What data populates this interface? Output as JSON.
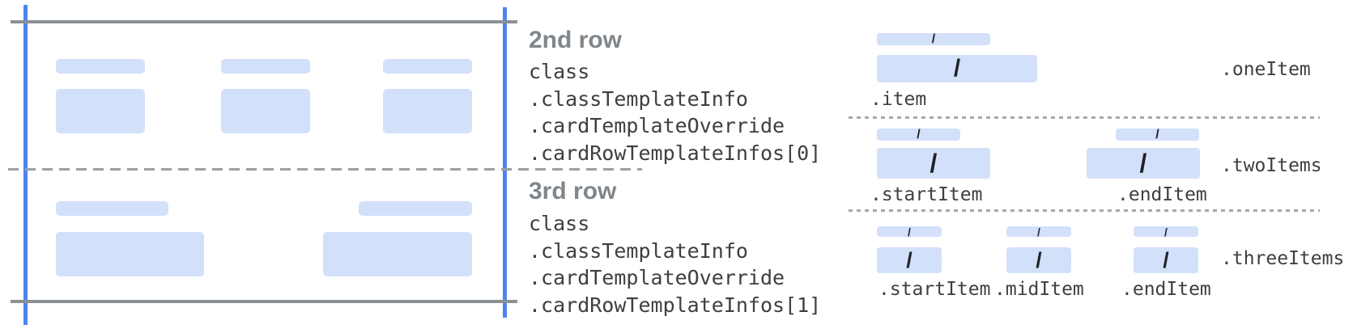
{
  "rows": [
    {
      "title": "2nd row",
      "path_lines": [
        "class",
        ".classTemplateInfo",
        ".cardTemplateOverride",
        ".cardRowTemplateInfos[0]"
      ],
      "placeholder_columns": 3
    },
    {
      "title": "3rd row",
      "path_lines": [
        "class",
        ".classTemplateInfo",
        ".cardTemplateOverride",
        ".cardRowTemplateInfos[1]"
      ],
      "placeholder_columns": 2
    }
  ],
  "item_layouts": [
    {
      "name": ".oneItem",
      "item_labels": [
        ".item"
      ]
    },
    {
      "name": ".twoItems",
      "item_labels": [
        ".startItem",
        ".endItem"
      ]
    },
    {
      "name": ".threeItems",
      "item_labels": [
        ".startItem",
        ".midItem",
        ".endItem"
      ]
    }
  ],
  "slash_glyph": "/",
  "colors": {
    "placeholder_blue": "#d3e0fa",
    "card_edge_blue": "#4c84ee",
    "boundary_gray": "#8b9095",
    "dashed_gray": "#9aa0a6",
    "heading_gray": "#80868b",
    "code_text": "#3c4043",
    "slash_dark": "#202124"
  }
}
